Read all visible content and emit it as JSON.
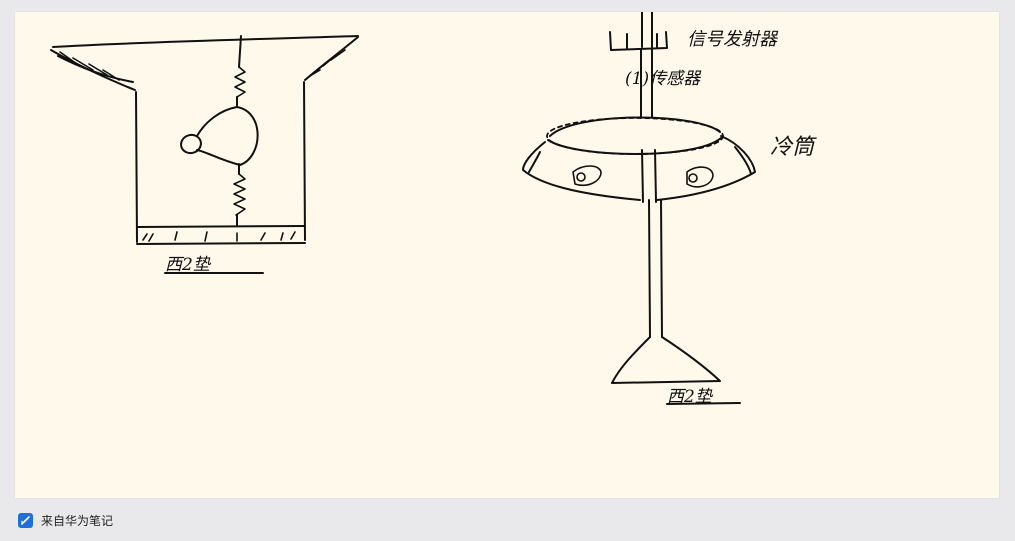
{
  "sketch": {
    "left_label": "西2垫",
    "right_label_top": "信号发射器",
    "right_label_middle": "(1)传感器",
    "right_label_side": "冷筒",
    "right_label_bottom": "西2垫"
  },
  "footer": {
    "source_text": "来自华为笔记",
    "app_icon": "huawei-notes-icon"
  },
  "colors": {
    "canvas": "#fff9eb",
    "background": "#e9e9eb",
    "ink": "#111111",
    "icon": "#1e6fd9"
  }
}
